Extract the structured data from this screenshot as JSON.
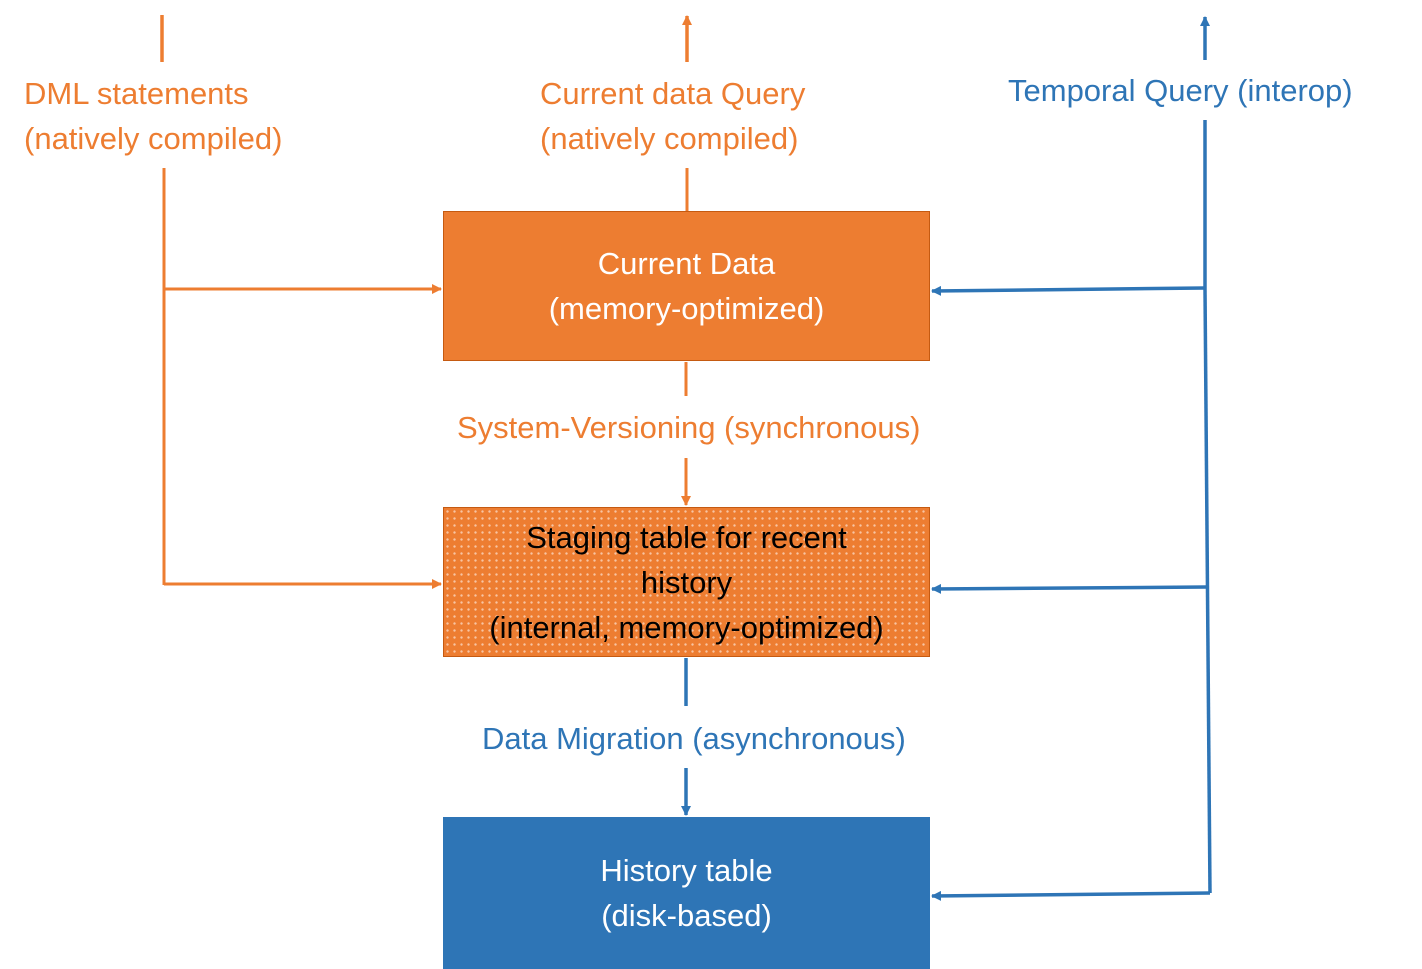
{
  "labels": {
    "dml_line1": "DML statements",
    "dml_line2": "(natively compiled)",
    "query_line1": "Current data Query",
    "query_line2": "(natively compiled)",
    "temporal": "Temporal Query (interop)",
    "system_versioning": "System-Versioning (synchronous)",
    "data_migration": "Data  Migration (asynchronous)"
  },
  "boxes": {
    "current": {
      "line1": "Current Data",
      "line2": "(memory-optimized)"
    },
    "staging": {
      "line1": "Staging table for recent",
      "line2": "history",
      "line3": "(internal, memory-optimized)"
    },
    "history": {
      "line1": "History table",
      "line2": "(disk-based)"
    }
  },
  "colors": {
    "orange": "#ED7D31",
    "blue": "#2E75B6",
    "orange_border": "#C55A11"
  }
}
